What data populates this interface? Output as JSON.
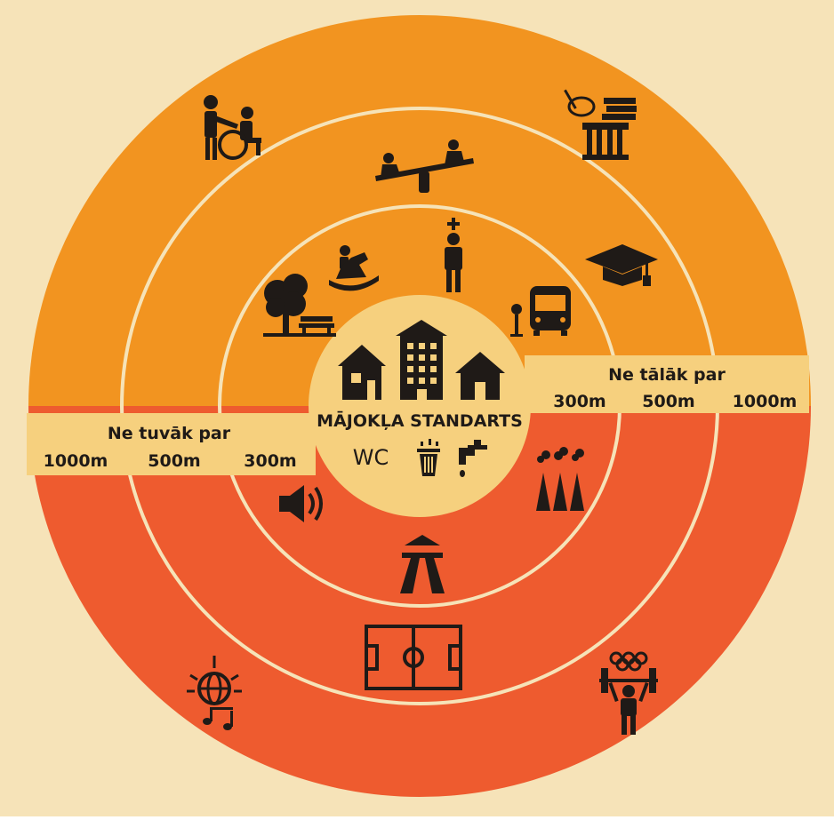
{
  "colors": {
    "background": "#f6e3b8",
    "top_half": "#f29420",
    "bottom_half": "#ee5b2f",
    "ring_line": "#f6e3b8",
    "center": "#f6d07e",
    "icon": "#1f1a17"
  },
  "center": {
    "title": "MĀJOKĻA STANDARTS",
    "wc": "WC",
    "icons": [
      "house-icon",
      "apartment-building-icon",
      "small-house-icon",
      "trash-bin-icon",
      "water-tap-icon"
    ]
  },
  "right_band": {
    "label": "Ne tālāk par",
    "distances": [
      "300m",
      "500m",
      "1000m"
    ]
  },
  "left_band": {
    "label": "Ne tuvāk par",
    "distances": [
      "1000m",
      "500m",
      "300m"
    ]
  },
  "top_icons": [
    "wheelchair-care-icon",
    "seesaw-playground-icon",
    "culture-library-icon",
    "rocking-horse-icon",
    "doctor-icon",
    "graduation-cap-icon",
    "park-bench-icon",
    "bus-stop-icon"
  ],
  "bottom_icons": [
    "loudspeaker-noise-icon",
    "factory-smoke-icon",
    "highway-icon",
    "football-stadium-icon",
    "disco-ball-icon",
    "olympic-weightlifter-icon"
  ]
}
